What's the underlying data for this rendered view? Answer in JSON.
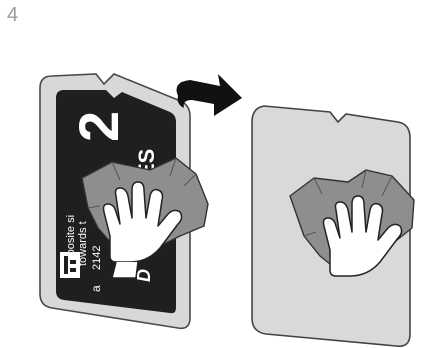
{
  "step": {
    "number": "4"
  },
  "front_plate": {
    "big_number": "2",
    "brand_partial": "ES",
    "side_text_line1": "Opposite si",
    "side_text_line2": "towards t",
    "code": "2142",
    "letter": "a",
    "brand_bottom": "D"
  },
  "colors": {
    "plate_frame": "#d8d8d8",
    "plate_outline": "#4a4a4a",
    "plate_face": "#1f1f1f",
    "back_plate": "#d9d9d9",
    "cloth": "#8e8e8e",
    "cloth_shadow": "#6e6e6e",
    "hand": "#ffffff",
    "arrow": "#111111",
    "step_number": "#9a9a9a"
  },
  "icons": {
    "flip_arrow": "curved-flip-arrow-icon",
    "hand": "hand-icon",
    "cloth": "cloth-icon"
  }
}
